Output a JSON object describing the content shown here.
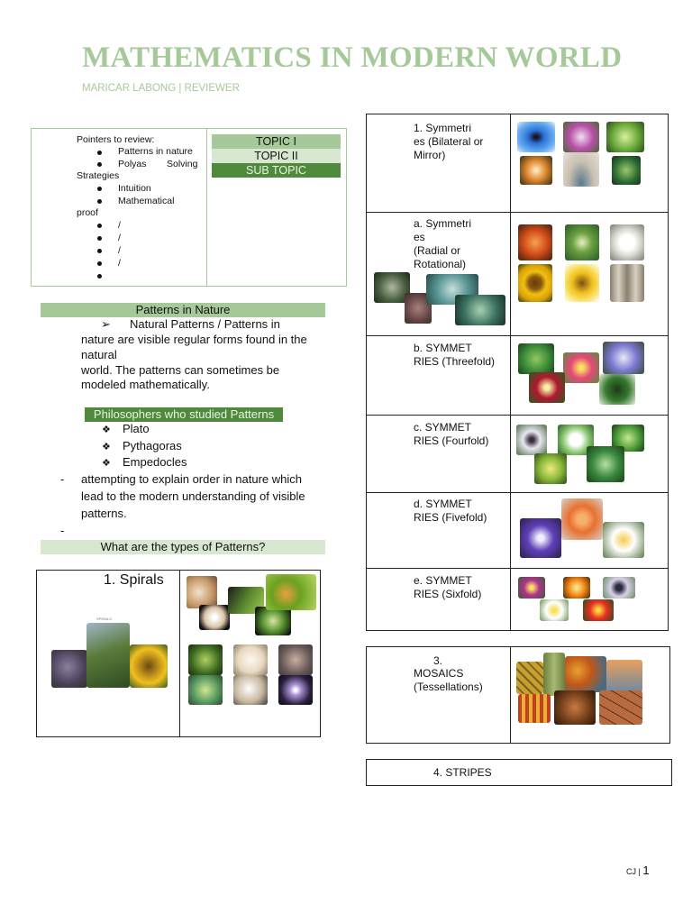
{
  "header": {
    "title": "MATHEMATICS IN MODERN WORLD",
    "subtitle": "MARICAR LABONG | REVIEWER"
  },
  "pointers": {
    "heading": "Pointers to review:",
    "item1": "Patterns in nature",
    "item2a": "Polyas",
    "item2b": "Solving",
    "item2c": "Strategies",
    "item3": "Intuition",
    "item4a": "Mathematical",
    "item4b": "proof",
    "slash": "/"
  },
  "topics": [
    "TOPIC I",
    "TOPIC II",
    "SUB TOPIC"
  ],
  "nature": {
    "heading": "Patterns in Nature",
    "arrow": "➢",
    "line1": "Natural Patterns / Patterns in",
    "line2": "nature are visible regular forms found in the",
    "line3": "natural",
    "line4": "world. The patterns can sometimes be",
    "line5": "modeled mathematically."
  },
  "philosophers": {
    "heading": "Philosophers who studied Patterns",
    "bullet": "❖",
    "names": [
      "Plato",
      "Pythagoras",
      "Empedocles"
    ],
    "dash": "-",
    "note1": "attempting to explain order in nature which",
    "note2": "lead to the modern understanding of visible",
    "note3": "patterns.",
    "dash2": "-"
  },
  "types_heading": "What are the types of Patterns?",
  "spirals": {
    "label": "1.  Spirals",
    "caption": "SPIRALS"
  },
  "symmetry_rows": [
    [
      "1.   Symmetri",
      "es (Bilateral or",
      "Mirror)"
    ],
    [
      "a.   Symmetri",
      "es",
      "(Radial or",
      "Rotational)"
    ],
    [
      "b.   SYMMET",
      "RIES (Threefold)"
    ],
    [
      "c.   SYMMET",
      "RIES (Fourfold)"
    ],
    [
      "d.   SYMMET",
      "RIES (Fivefold)"
    ],
    [
      "e.   SYMMET",
      "RIES (Sixfold)"
    ]
  ],
  "mosaics": [
    "3.",
    "MOSAICS",
    "(Tessellations)"
  ],
  "stripes": "4.   STRIPES",
  "footer": {
    "initials": "CJ |",
    "page": "1"
  },
  "colors": {
    "accent": "#a6c99a",
    "accent_dark": "#4f8a3c",
    "accent_light": "#d8e8d0"
  }
}
